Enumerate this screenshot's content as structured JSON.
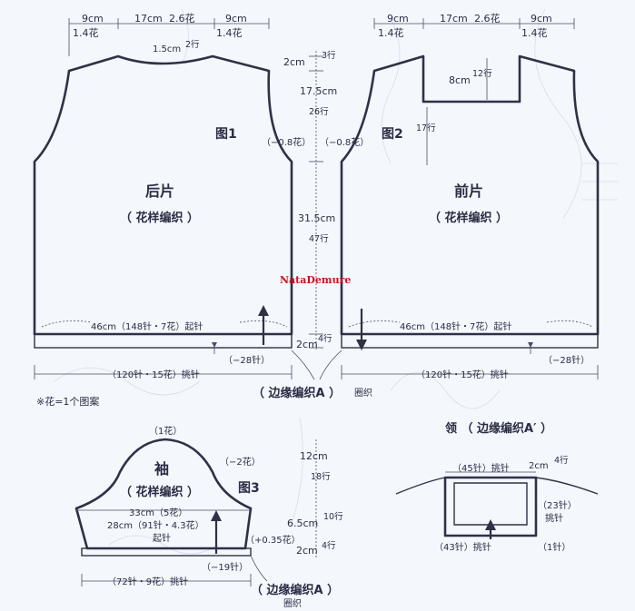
{
  "back": {
    "top_left": "9cm",
    "top_left_sub": "1.4花",
    "top_mid": "17cm",
    "top_mid_sub": "2.6花",
    "top_right": "9cm",
    "top_right_sub": "1.4花",
    "neck_depth": "1.5cm",
    "neck_rows": "2行",
    "fig_label": "图1",
    "title": "后片",
    "subtitle": "（ 花样编织 ）",
    "cast_on": "46cm（148针・7花）起针",
    "band_decrease": "（−28针）",
    "pickup": "（120针・15花）挑针"
  },
  "center": {
    "shoulder_cm": "2cm",
    "shoulder_rows": "3行",
    "armhole_cm": "17.5cm",
    "armhole_rows": "26行",
    "armhole_dec_left": "（−0.8花）",
    "armhole_dec_right": "（−0.8花）",
    "body_cm": "31.5cm",
    "body_rows": "47行",
    "band_cm": "2cm",
    "band_rows": "4行",
    "border_label": "（ 边缘编织A ）",
    "border_label_suffix": "圈织"
  },
  "front": {
    "top_left": "9cm",
    "top_left_sub": "1.4花",
    "top_mid": "17cm",
    "top_mid_sub": "2.6花",
    "top_right": "9cm",
    "top_right_sub": "1.4花",
    "neck_cm": "8cm",
    "neck_rows": "12行",
    "side_rows": "17行",
    "fig_label": "图2",
    "title": "前片",
    "subtitle": "（ 花样编织 ）",
    "cast_on": "46cm（148针・7花）起针",
    "band_decrease": "（−28针）",
    "pickup": "（120针・15花）挑针"
  },
  "note": "※花=1个图案",
  "watermark": "NataDemure",
  "sleeve": {
    "top": "（1花）",
    "cap_decrease": "（−2花）",
    "title": "袖",
    "subtitle": "（ 花样编织 ）",
    "fig_label": "图3",
    "width": "33cm（5花）",
    "cast_on_line1": "28cm（91针・4.3花）",
    "cast_on_line2": "起针",
    "increase": "（+0.35花）",
    "band_decrease": "（−19针）",
    "pickup": "（72针・9花）挑针",
    "cap_cm": "12cm",
    "cap_rows": "18行",
    "lower_cm": "6.5cm",
    "lower_rows": "10行",
    "band_cm": "2cm",
    "band_rows": "4行",
    "border_label": "（ 边缘编织A ）",
    "border_label_suffix": "圈织"
  },
  "collar": {
    "title": "领 （ 边缘编织A′ ）",
    "top_pickup": "（45针）挑针",
    "height_cm": "2cm",
    "height_rows": "4行",
    "side_pickup": "（23针）",
    "side_pickup_suffix": "挑针",
    "bottom_pickup": "（43针）挑针",
    "corner": "（1针）"
  },
  "colors": {
    "line": "#2f3146",
    "text": "#2a2d45",
    "background": "#f4f7fb",
    "watermark": "#c8141e"
  }
}
